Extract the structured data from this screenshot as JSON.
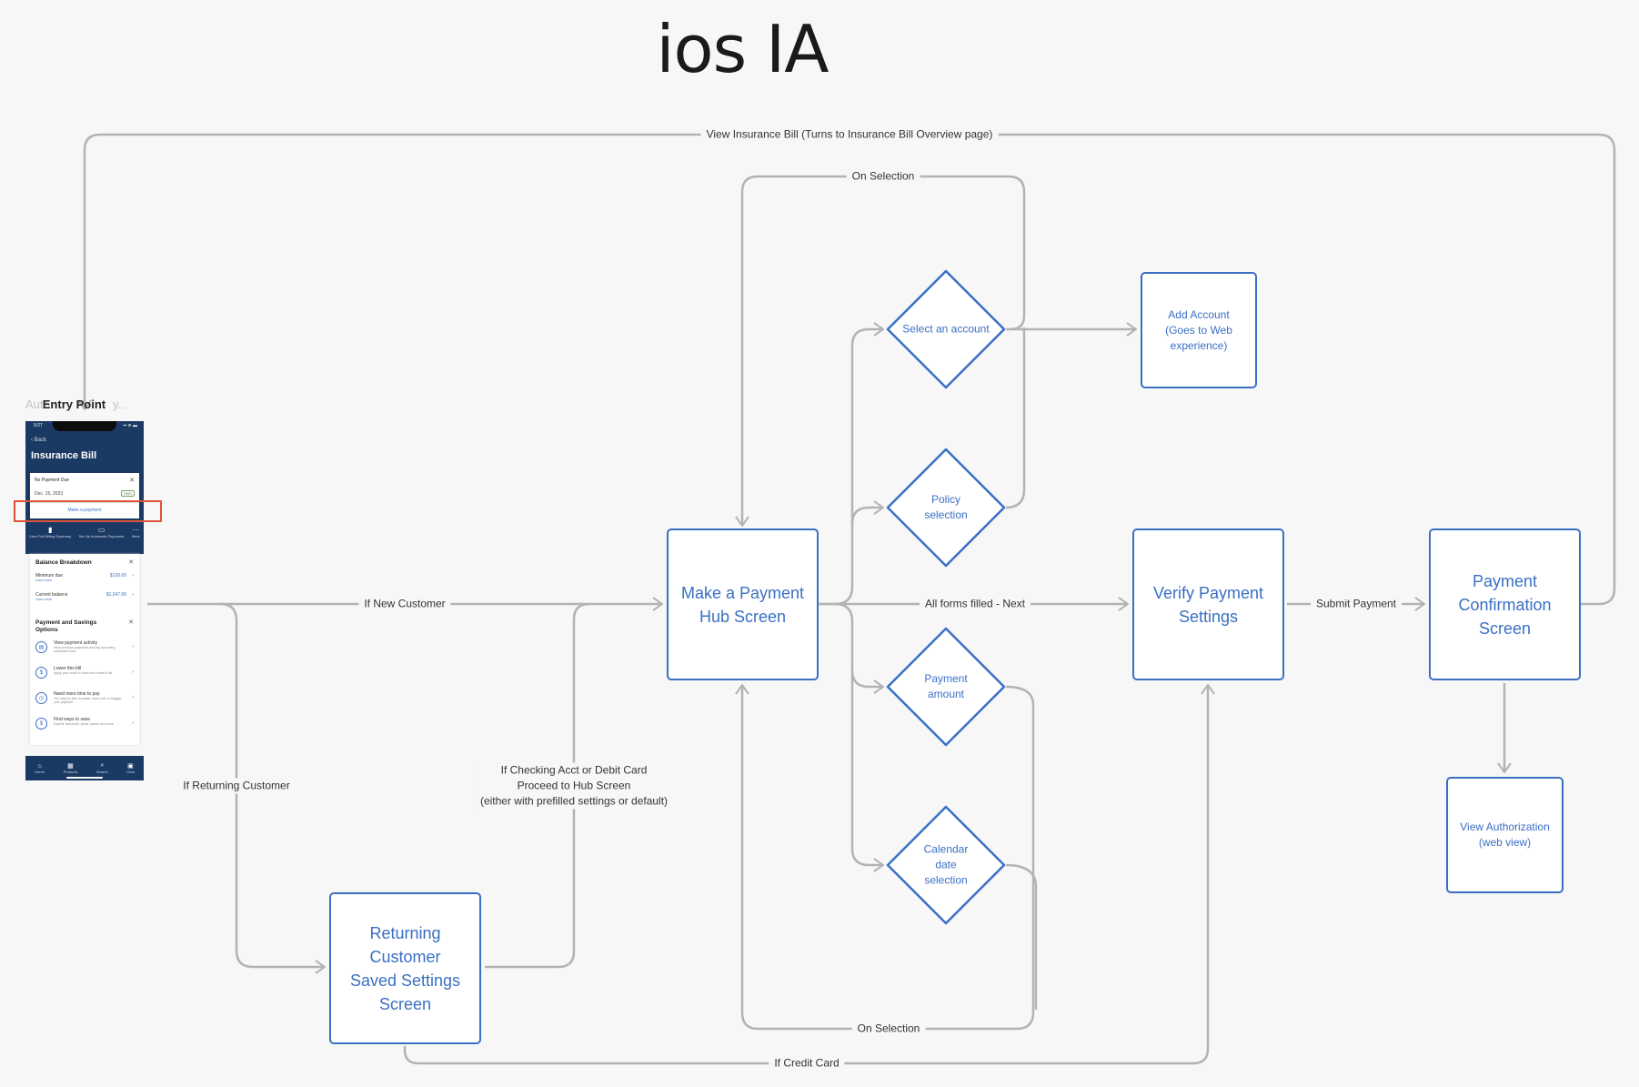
{
  "title": "ios IA",
  "colors": {
    "node": "#3a6fc4",
    "edge": "#b3b3b3",
    "label": "#333333",
    "highlight": "#e0533a",
    "phone_bg": "#1b3a63"
  },
  "entry_point": {
    "label": "Entry Point",
    "ghost_label": "Auto",
    "ghost_label_tail": "y...",
    "phone": {
      "time": "9:27",
      "status": "▪▪ ≋ ▬",
      "back": "‹ Back",
      "title": "Insurance Bill",
      "card": {
        "heading": "No Payment Due",
        "date": "Dec. 15, 2023",
        "badge": "PAID",
        "action": "Make a payment"
      },
      "actions": [
        {
          "icon": "document-icon",
          "glyph": "▮",
          "label": "View Full Billing Summary"
        },
        {
          "icon": "autopay-icon",
          "glyph": "▭",
          "label": "Set Up Automatic Payments"
        },
        {
          "icon": "more-icon",
          "glyph": "···",
          "label": "More"
        }
      ],
      "balance": {
        "heading": "Balance Breakdown",
        "rows": [
          {
            "label": "Minimum due",
            "sub": "Learn more",
            "amount": "$120.00"
          },
          {
            "label": "Current balance",
            "sub": "Learn more",
            "amount": "$1,247.95"
          }
        ]
      },
      "options": {
        "heading": "Payment and Savings Options",
        "items": [
          {
            "title": "View payment activity",
            "desc": "View previous payments and any upcoming scheduled ones",
            "glyph": "▤"
          },
          {
            "title": "Lower this bill",
            "desc": "Apply your credit to lower this month's bill",
            "glyph": "$"
          },
          {
            "title": "Need more time to pay",
            "desc": "You may be able to pause, carry over or stagger your payment",
            "glyph": "◷"
          },
          {
            "title": "Find ways to save",
            "desc": "Explore discounts, perks, advice and more",
            "glyph": "$"
          }
        ]
      },
      "nav": [
        {
          "glyph": "⌂",
          "label": "Home"
        },
        {
          "glyph": "▦",
          "label": "Products"
        },
        {
          "glyph": "⌕",
          "label": "Search"
        },
        {
          "glyph": "▣",
          "label": "Chat"
        }
      ]
    }
  },
  "nodes": {
    "hub": "Make a Payment Hub Screen",
    "verify": "Verify Payment Settings",
    "confirmation": "Payment Confirmation Screen",
    "view_auth": "View Authorization (web view)",
    "returning": "Returning Customer Saved Settings Screen",
    "add_account": "Add Account (Goes to Web experience)"
  },
  "decisions": {
    "select_account": "Select an account",
    "policy": "Policy selection",
    "amount": "Payment amount",
    "calendar": "Calendar date selection"
  },
  "edges": {
    "view_bill": "View Insurance Bill (Turns to Insurance Bill Overview page)",
    "on_selection_top": "On Selection",
    "new_customer": "If New Customer",
    "returning_customer": "If Returning Customer",
    "checking": "If Checking Acct or Debit Card\nProceed to Hub Screen\n(either with prefilled settings or default)",
    "all_forms": "All forms filled - Next",
    "submit": "Submit Payment",
    "on_selection_bottom": "On Selection",
    "credit_card": "If Credit Card"
  }
}
